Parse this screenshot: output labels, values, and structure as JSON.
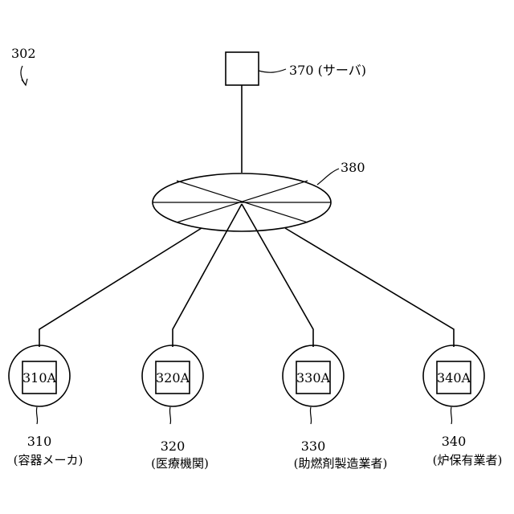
{
  "figure": {
    "ref": "302"
  },
  "server": {
    "label": "370 (サーバ)"
  },
  "network": {
    "label": "380"
  },
  "nodes": [
    {
      "inner": "310A",
      "num": "310",
      "caption": "(容器メーカ)"
    },
    {
      "inner": "320A",
      "num": "320",
      "caption": "(医療機関)"
    },
    {
      "inner": "330A",
      "num": "330",
      "caption": "(助燃剤製造業者)"
    },
    {
      "inner": "340A",
      "num": "340",
      "caption": "(炉保有業者)"
    }
  ]
}
